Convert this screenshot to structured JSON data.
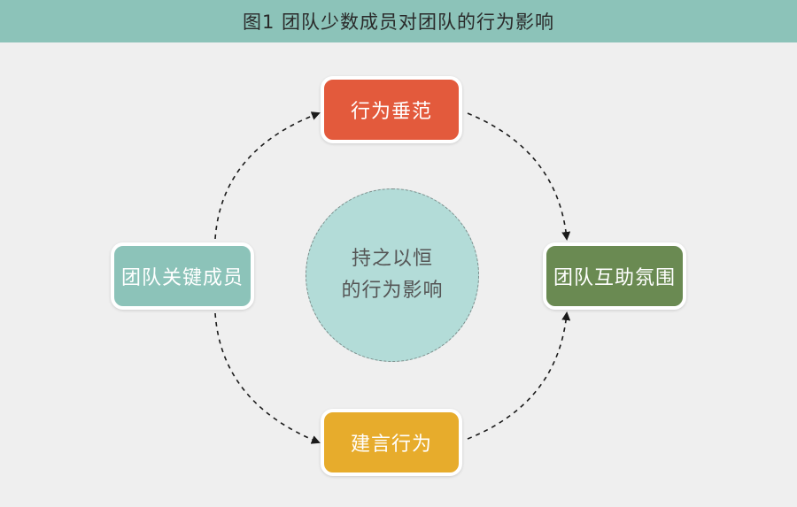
{
  "header": {
    "title": "图1  团队少数成员对团队的行为影响"
  },
  "diagram": {
    "center": {
      "line1": "持之以恒",
      "line2": "的行为影响"
    },
    "nodes": {
      "top": {
        "label": "行为垂范",
        "color": "#e35a3c"
      },
      "left": {
        "label": "团队关键成员",
        "color": "#8cc3b9"
      },
      "right": {
        "label": "团队互助氛围",
        "color": "#6a8a52"
      },
      "bottom": {
        "label": "建言行为",
        "color": "#e7ac2c"
      }
    },
    "center_color": "#b3dcd8",
    "header_color": "#8cc3b9"
  }
}
